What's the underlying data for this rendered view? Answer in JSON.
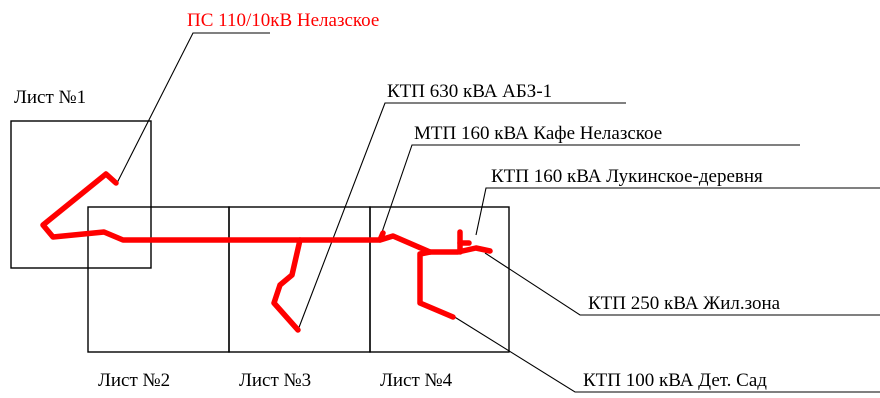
{
  "title": "ПС 110/10кВ Нелазское",
  "sheets": [
    "Лист №1",
    "Лист №2",
    "Лист №3",
    "Лист №4"
  ],
  "callouts": [
    "КТП 630 кВА АБЗ-1",
    "МТП 160 кВА Кафе Нелазское",
    "КТП 160 кВА Лукинское-деревня",
    "КТП 250 кВА Жил.зона",
    "КТП 100 кВА Дет. Сад"
  ],
  "colors": {
    "line": "#ff0000",
    "title": "#ff0000",
    "frame": "#000000",
    "text": "#000000"
  }
}
